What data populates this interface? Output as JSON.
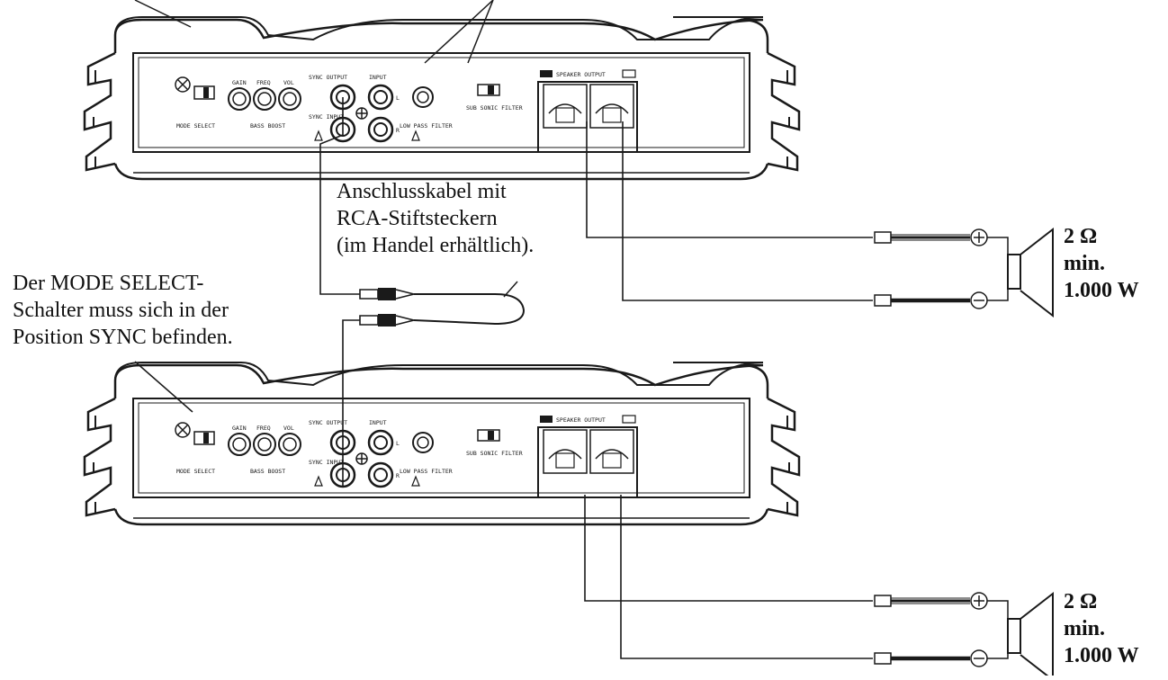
{
  "captions": {
    "cable_note": [
      "Anschlusskabel mit",
      "RCA-Stiftsteckern",
      "(im Handel erhältlich)."
    ],
    "mode_note": [
      "Der MODE SELECT-",
      "Schalter muss sich in der",
      "Position SYNC befinden."
    ]
  },
  "speakers": [
    {
      "impedance": "2 Ω",
      "min": "min.",
      "power": "1.000 W"
    },
    {
      "impedance": "2 Ω",
      "min": "min.",
      "power": "1.000 W"
    }
  ],
  "panel_labels": {
    "mode_select": "MODE SELECT",
    "gain": "GAIN",
    "freq": "FREQ",
    "vol": "VOL",
    "bass_boost": "BASS BOOST",
    "sync_output": "SYNC OUTPUT",
    "sync_input": "SYNC INPUT",
    "input": "INPUT",
    "low_pass_filter": "LOW PASS FILTER",
    "sub_sonic_filter": "SUB SONIC FILTER",
    "speaker_output": "SPEAKER OUTPUT",
    "channel_l": "L",
    "channel_r": "R"
  },
  "colors": {
    "ink": "#1a1a1a",
    "background": "#ffffff"
  }
}
